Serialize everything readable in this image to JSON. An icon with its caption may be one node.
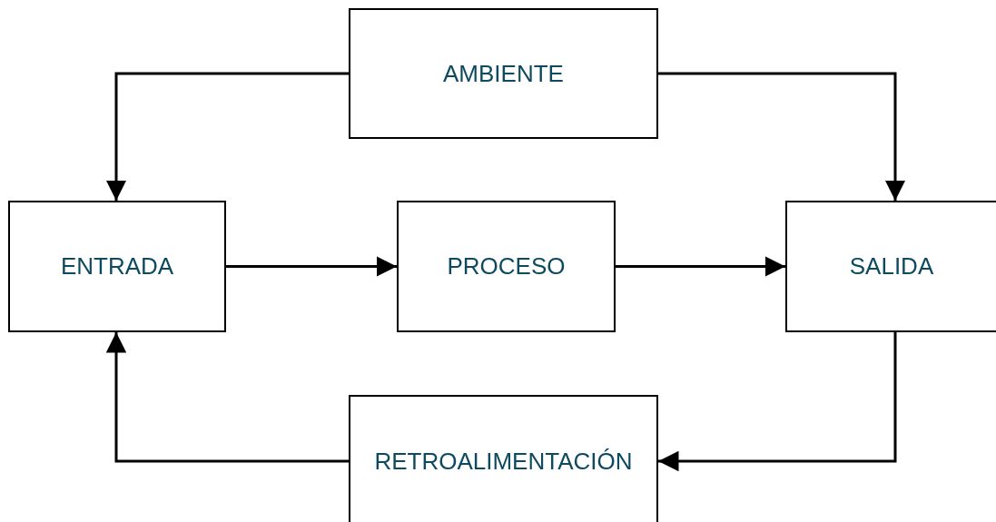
{
  "diagram": {
    "nodes": [
      {
        "text": [
          "AMBIENTE"
        ]
      },
      {
        "text": [
          "ENTRADA"
        ]
      },
      {
        "text": [
          "PROCESO"
        ]
      },
      {
        "text": [
          "SALIDA"
        ]
      },
      {
        "text": [
          "RETROALIMENTACIÓN"
        ]
      }
    ],
    "edges": [
      {
        "from": 0,
        "to": 1,
        "arrow": "to"
      },
      {
        "from": 0,
        "to": 3,
        "arrow": "to"
      },
      {
        "from": 1,
        "to": 2,
        "arrow": "to"
      },
      {
        "from": 2,
        "to": 3,
        "arrow": "to"
      },
      {
        "from": 3,
        "to": 4,
        "arrow": "to"
      },
      {
        "from": 4,
        "to": 1,
        "arrow": "to"
      }
    ]
  }
}
